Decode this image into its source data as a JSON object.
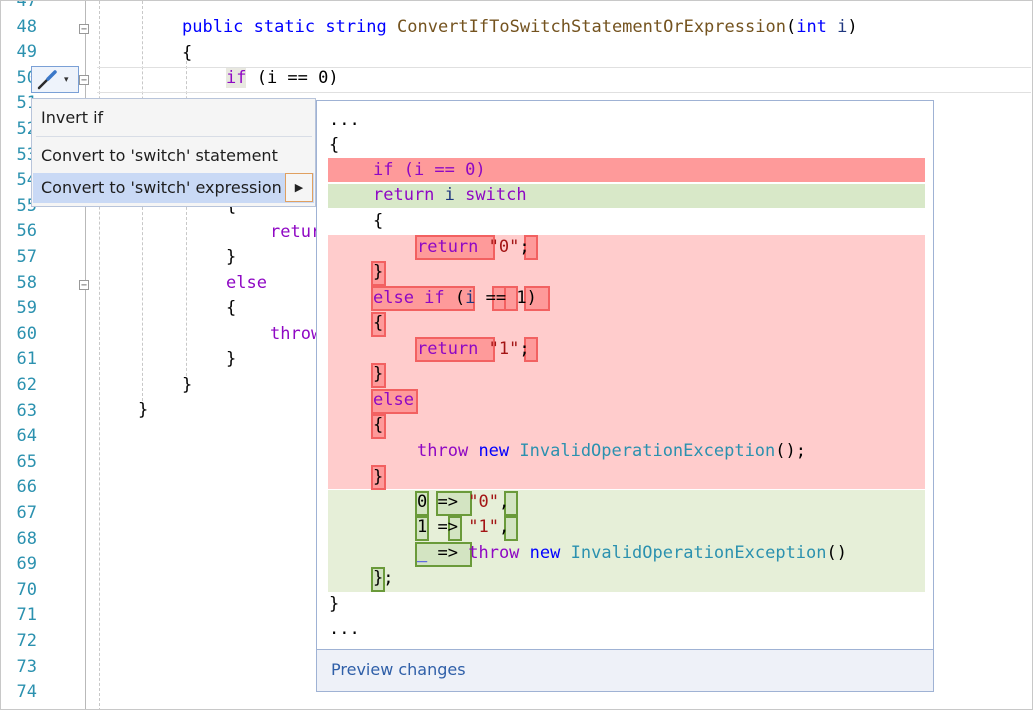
{
  "editor": {
    "line_numbers": [
      "47",
      "48",
      "49",
      "50",
      "51",
      "52",
      "53",
      "54",
      "55",
      "56",
      "57",
      "58",
      "59",
      "60",
      "61",
      "62",
      "63",
      "64",
      "65",
      "66",
      "67",
      "68",
      "69",
      "70",
      "71",
      "72",
      "73",
      "74"
    ],
    "lines": {
      "l48_kw1": "public",
      "l48_kw2": "static",
      "l48_kw3": "string",
      "l48_method": "ConvertIfToSwitchStatementOrExpression",
      "l48_open": "(",
      "l48_int": "int",
      "l48_param": "i",
      "l48_close": ")",
      "l49": "{",
      "l50_if": "if",
      "l50_rest": " (i == 0)",
      "l55": "{",
      "l56": "retur",
      "l57": "}",
      "l58": "else",
      "l59": "{",
      "l60": "throw",
      "l61": "}",
      "l62": "}",
      "l63": "}"
    }
  },
  "lightbulb": {
    "icon": "screwdriver-icon",
    "caret": "▾"
  },
  "menu": {
    "items": [
      {
        "label": "Invert if"
      },
      {
        "label": "Convert to 'switch' statement"
      },
      {
        "label": "Convert to 'switch' expression"
      }
    ],
    "submenu_arrow": "▶"
  },
  "preview": {
    "ellipsis_top": "...",
    "brace_open": "{",
    "removed_if": "if (i == 0)",
    "added_return_kw": "return",
    "added_i": "i",
    "added_switch": "switch",
    "brace2": "{",
    "return_kw": "return",
    "str0": "\"0\"",
    "semi": ";",
    "close_brace": "}",
    "else_if": "else if",
    "elseif_rest_open": "(",
    "elseif_i": "i",
    "elseif_op": "==",
    "elseif_one": "1",
    "elseif_close": ")",
    "str1": "\"1\"",
    "else_kw": "else",
    "throw_kw": "throw",
    "new_kw": "new",
    "exception": "InvalidOperationException",
    "call_semi": "();",
    "arm0": "0",
    "arrow": "=>",
    "comma": ",",
    "arm1": "1",
    "discard": "_",
    "call": "()",
    "end_semi": "};",
    "brace_close_final": "}",
    "ellipsis_bottom": "...",
    "footer_link": "Preview changes"
  }
}
